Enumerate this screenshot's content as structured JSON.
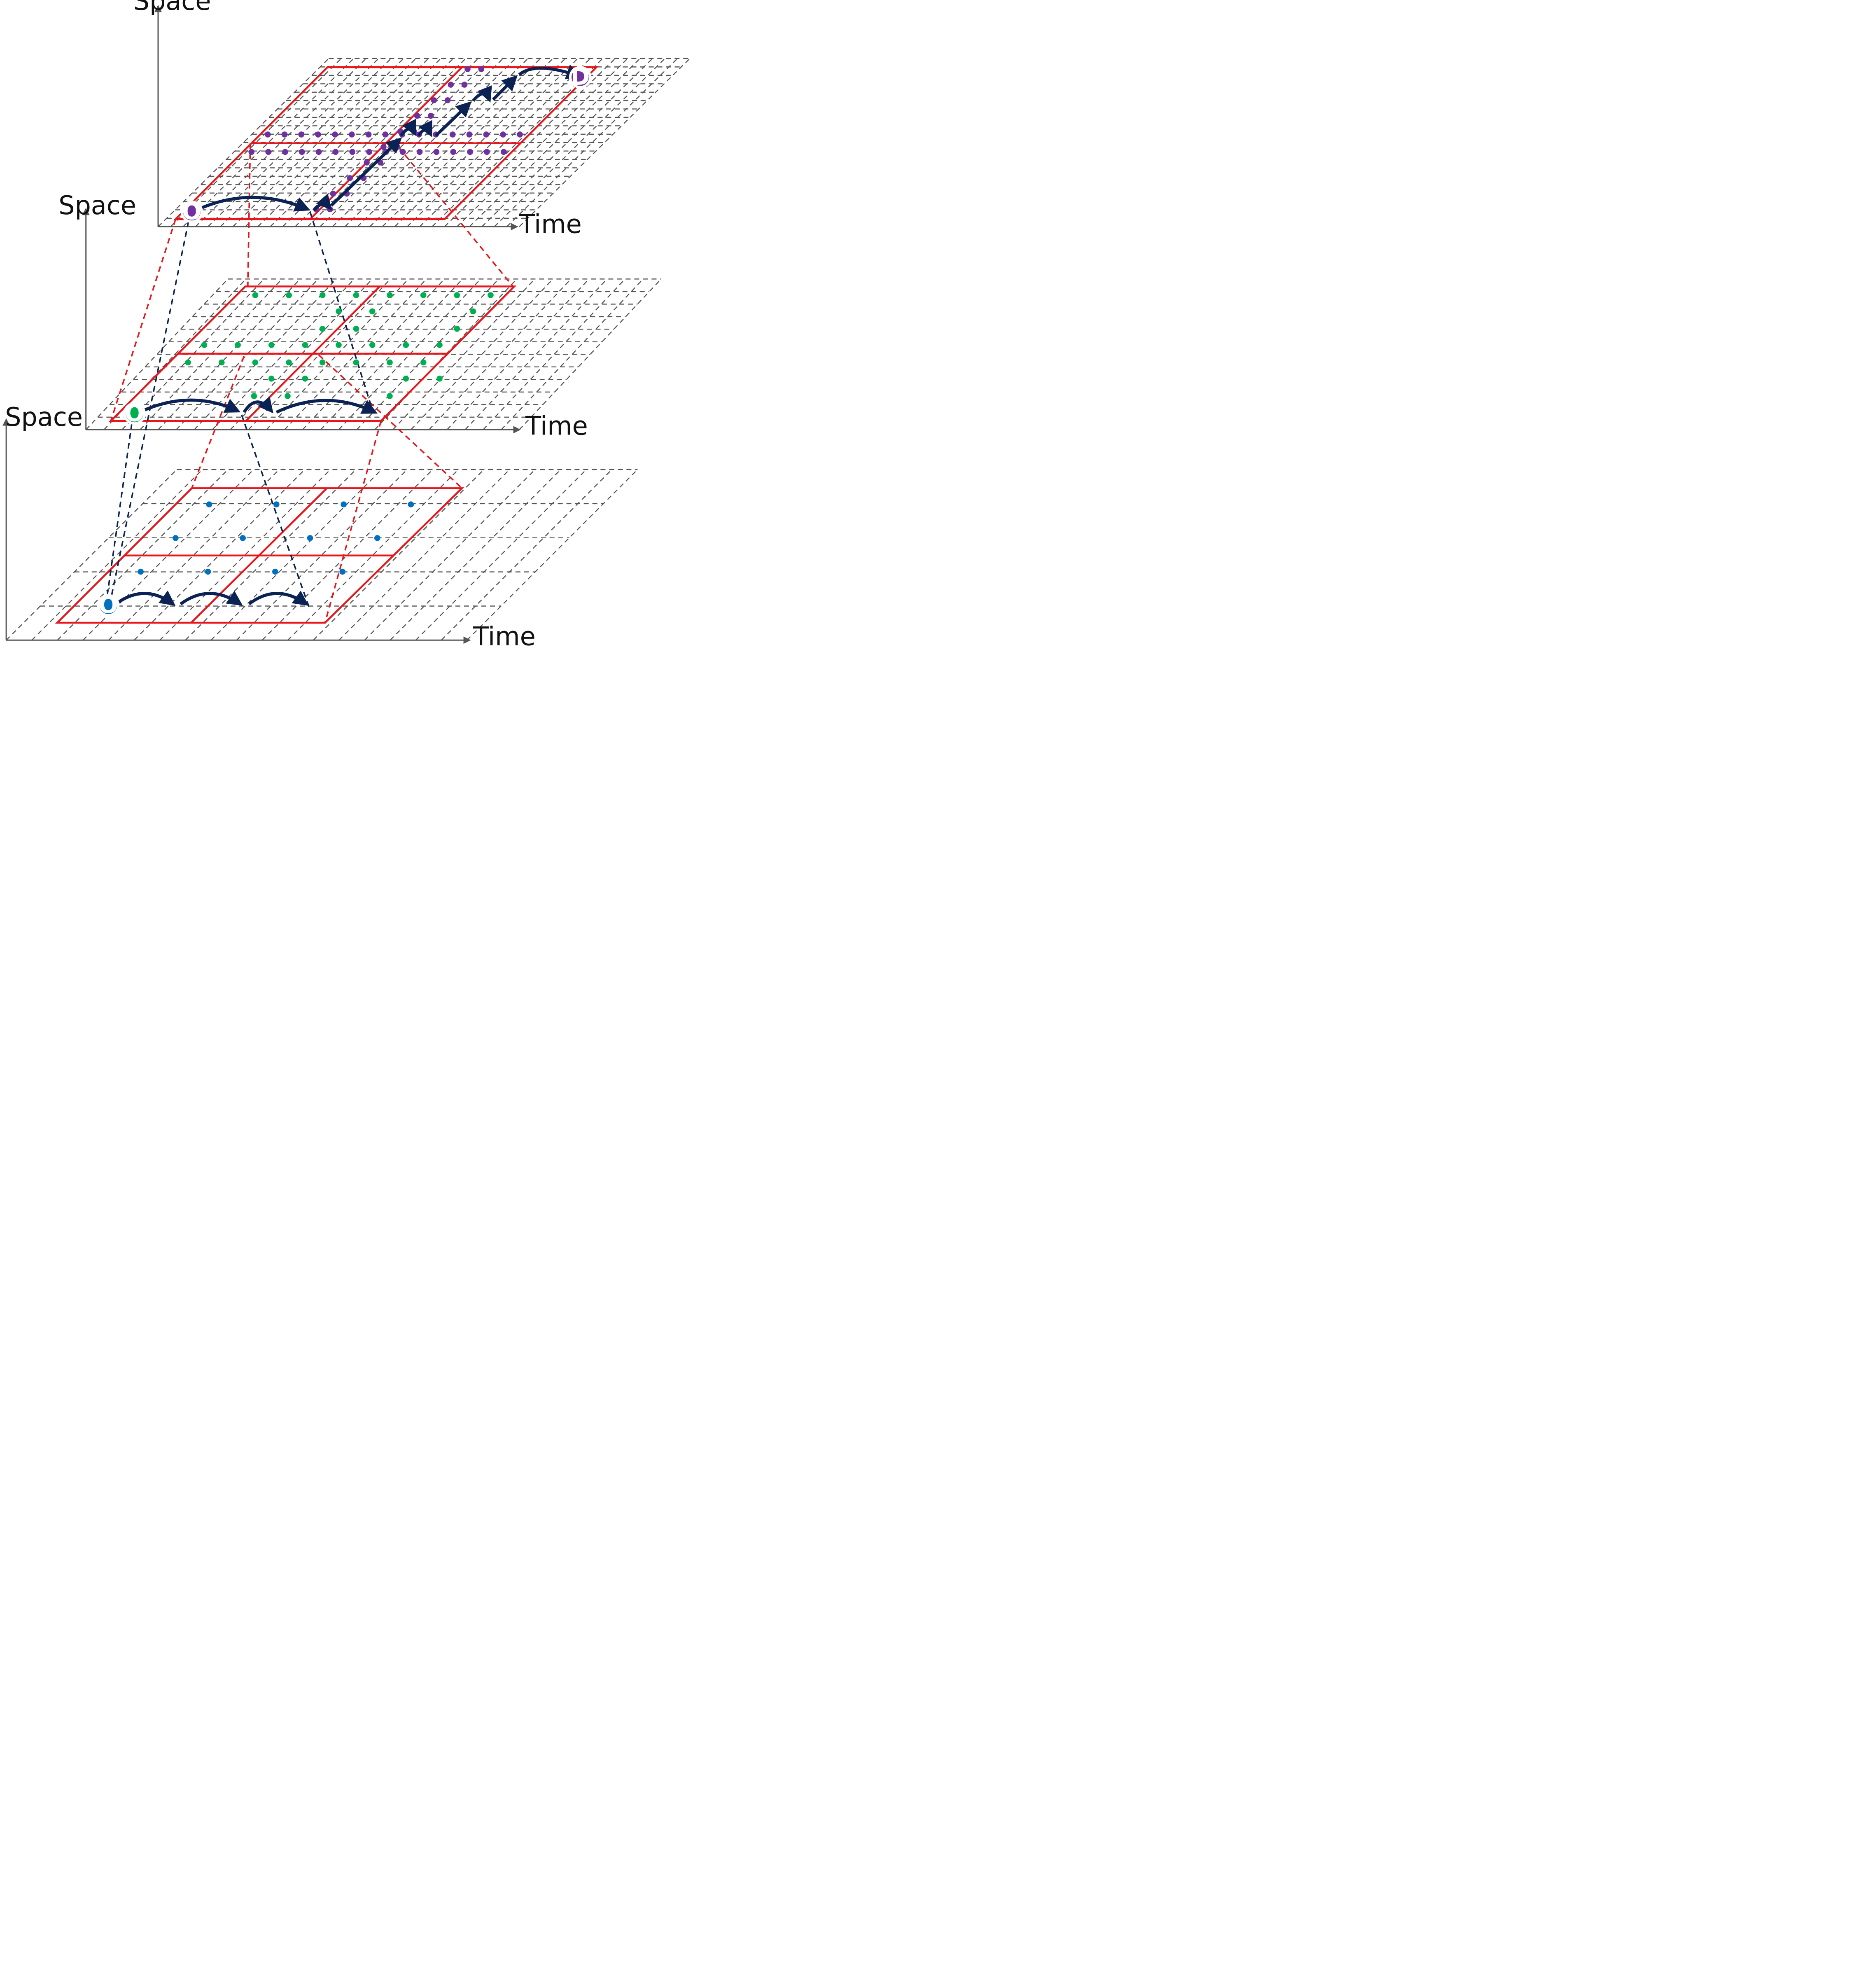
{
  "axes": {
    "space_label": "Space",
    "time_label": "Time"
  },
  "colors": {
    "grid": "#555555",
    "partition": "#e8161b",
    "path": "#0b2255",
    "top_layer": "#7030a0",
    "middle_layer": "#00b050",
    "bottom_layer": "#0070c0"
  },
  "levels": [
    {
      "id": "top",
      "color": "#7030a0",
      "origin_label": "O",
      "destination_label": "D"
    },
    {
      "id": "middle",
      "color": "#00b050",
      "origin_label": "O"
    },
    {
      "id": "bottom",
      "color": "#0070c0",
      "origin_label": "O"
    }
  ],
  "icons": {
    "axis_arrow": "arrowhead-icon",
    "path_arrow": "arrowhead-icon"
  }
}
